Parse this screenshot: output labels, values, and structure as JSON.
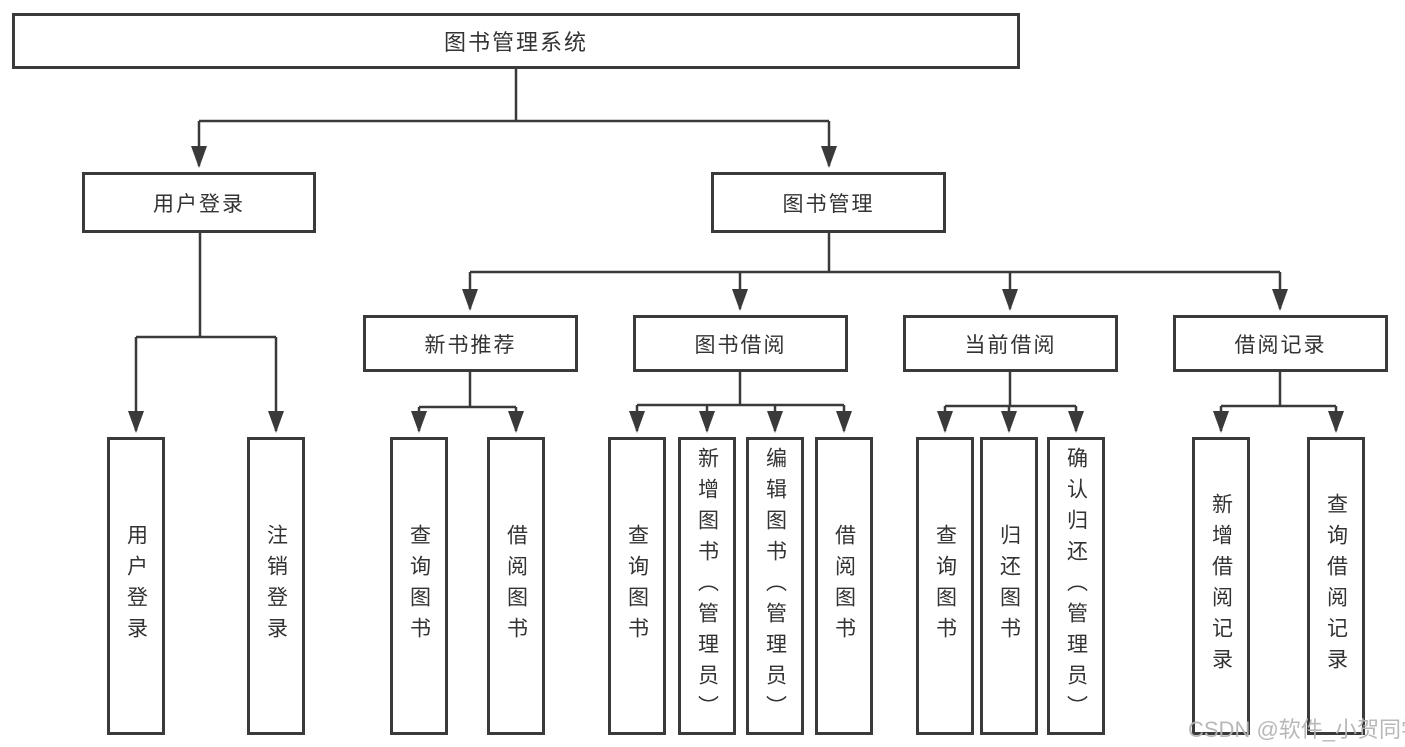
{
  "diagram": {
    "title": "图书管理系统",
    "type": "hierarchy-tree",
    "colors": {
      "line": "#3a3a3a",
      "text": "#333333",
      "background": "#ffffff",
      "watermark": "#b5b5b5"
    },
    "tree": {
      "label": "图书管理系统",
      "children": [
        {
          "label": "用户登录",
          "children": [
            {
              "label": "用户登录"
            },
            {
              "label": "注销登录"
            }
          ]
        },
        {
          "label": "图书管理",
          "children": [
            {
              "label": "新书推荐",
              "children": [
                {
                  "label": "查询图书"
                },
                {
                  "label": "借阅图书"
                }
              ]
            },
            {
              "label": "图书借阅",
              "children": [
                {
                  "label": "查询图书"
                },
                {
                  "label": "新增图书（管理员）"
                },
                {
                  "label": "编辑图书（管理员）"
                },
                {
                  "label": "借阅图书"
                }
              ]
            },
            {
              "label": "当前借阅",
              "children": [
                {
                  "label": "查询图书"
                },
                {
                  "label": "归还图书"
                },
                {
                  "label": "确认归还（管理员）"
                }
              ]
            },
            {
              "label": "借阅记录",
              "children": [
                {
                  "label": "新增借阅记录"
                },
                {
                  "label": "查询借阅记录"
                }
              ]
            }
          ]
        }
      ]
    },
    "watermark": "CSDN @软件_小贺同学"
  }
}
